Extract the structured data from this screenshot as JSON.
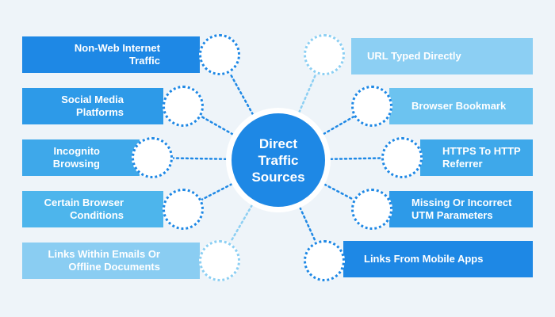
{
  "center": {
    "title": "Direct\nTraffic\nSources"
  },
  "left_items": [
    {
      "label": "Non-Web Internet\nTraffic",
      "color": "#1e88e5"
    },
    {
      "label": "Social Media\nPlatforms",
      "color": "#2d9ae8"
    },
    {
      "label": "Incognito\nBrowsing",
      "color": "#3ea8ea"
    },
    {
      "label": "Certain Browser\nConditions",
      "color": "#4db5ec"
    },
    {
      "label": "Links Within Emails Or\nOffline Documents",
      "color": "#8acdf2"
    }
  ],
  "right_items": [
    {
      "label": "URL Typed Directly",
      "color": "#8ccff3"
    },
    {
      "label": "Browser Bookmark",
      "color": "#6cc3f0"
    },
    {
      "label": "HTTPS To HTTP\nReferrer",
      "color": "#3ea8ea"
    },
    {
      "label": "Missing Or Incorrect\nUTM Parameters",
      "color": "#2d9ae8"
    },
    {
      "label": "Links From Mobile Apps",
      "color": "#1e88e5"
    }
  ]
}
